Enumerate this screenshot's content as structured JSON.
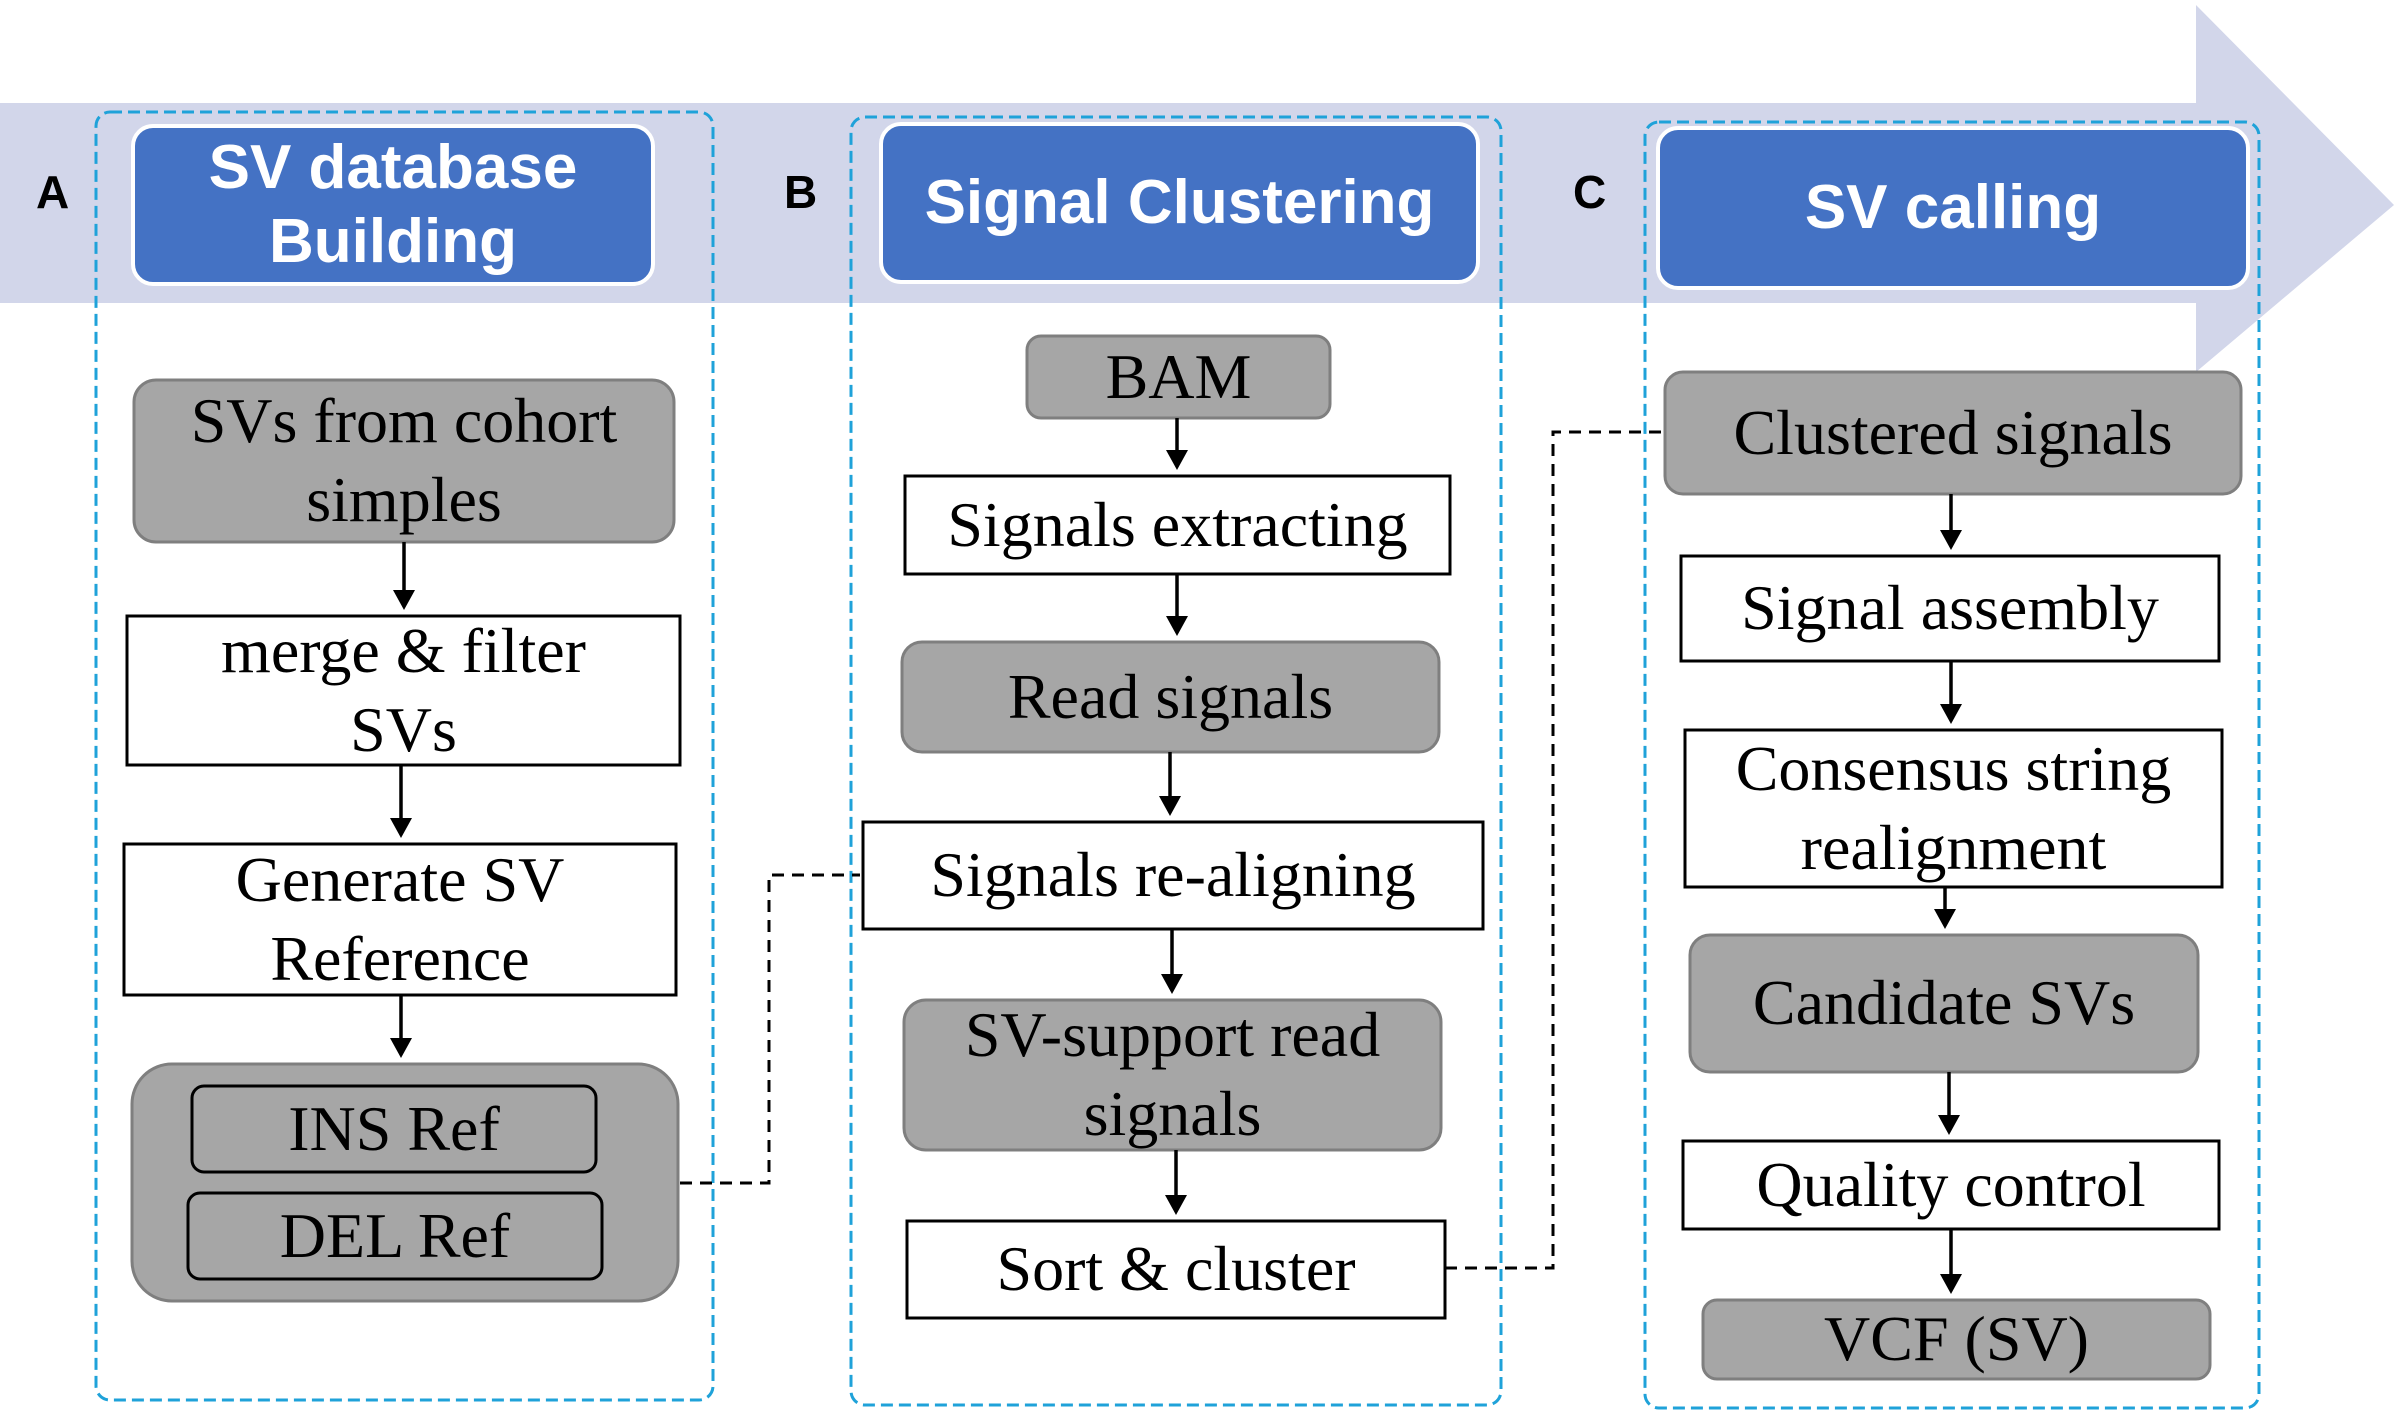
{
  "colors": {
    "arrow_band": "#D2D6EA",
    "header_fill": "#4472C4",
    "header_border": "#ffffff",
    "gray_box": "#A6A6A6",
    "gray_border": "#7F7F7F",
    "panel_dash": "#1FA2D9",
    "connector": "#000000"
  },
  "panels": [
    {
      "letter": "A",
      "header": "SV database\nBuilding",
      "boxes": [
        {
          "text": "SVs from cohort\nsimples",
          "style": "gray"
        },
        {
          "text": "merge & filter\nSVs",
          "style": "white"
        },
        {
          "text": "Generate SV\nReference",
          "style": "white"
        },
        {
          "style": "gray-group",
          "items": [
            {
              "text": "INS Ref"
            },
            {
              "text": "DEL Ref"
            }
          ]
        }
      ]
    },
    {
      "letter": "B",
      "header": "Signal Clustering",
      "boxes": [
        {
          "text": "BAM",
          "style": "gray"
        },
        {
          "text": "Signals extracting",
          "style": "white"
        },
        {
          "text": "Read signals",
          "style": "gray"
        },
        {
          "text": "Signals re-aligning",
          "style": "white"
        },
        {
          "text": "SV-support read\nsignals",
          "style": "gray"
        },
        {
          "text": "Sort & cluster",
          "style": "white"
        }
      ]
    },
    {
      "letter": "C",
      "header": "SV calling",
      "boxes": [
        {
          "text": "Clustered signals",
          "style": "gray"
        },
        {
          "text": "Signal assembly",
          "style": "white"
        },
        {
          "text": "Consensus string\nrealignment",
          "style": "white"
        },
        {
          "text": "Candidate SVs",
          "style": "gray"
        },
        {
          "text": "Quality control",
          "style": "white"
        },
        {
          "text": "VCF (SV)",
          "style": "gray"
        }
      ]
    }
  ]
}
